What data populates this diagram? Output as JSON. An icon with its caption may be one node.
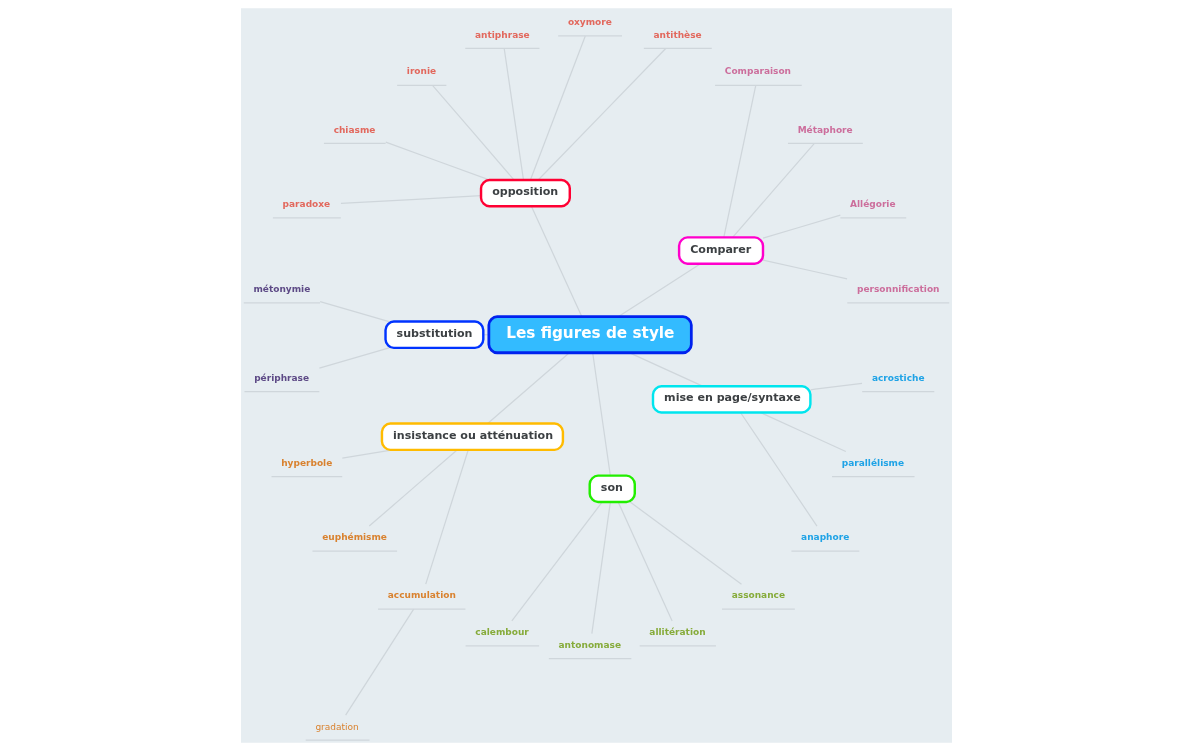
{
  "diagram": {
    "nodes": [
      {
        "text": [
          "Les figures de style"
        ]
      },
      {
        "text": [
          "opposition"
        ]
      },
      {
        "text": [
          "antithèse"
        ]
      },
      {
        "text": [
          "oxymore"
        ]
      },
      {
        "text": [
          "antiphrase"
        ]
      },
      {
        "text": [
          "ironie"
        ]
      },
      {
        "text": [
          "chiasme"
        ]
      },
      {
        "text": [
          "paradoxe"
        ]
      },
      {
        "text": [
          "substitution"
        ]
      },
      {
        "text": [
          "métonymie"
        ]
      },
      {
        "text": [
          "périphrase"
        ]
      },
      {
        "text": [
          "insistance ou atténuation"
        ]
      },
      {
        "text": [
          "hyperbole"
        ]
      },
      {
        "text": [
          "euphémisme"
        ]
      },
      {
        "text": [
          "accumulation"
        ]
      },
      {
        "text": [
          "gradation"
        ]
      },
      {
        "text": [
          "Comparer"
        ]
      },
      {
        "text": [
          "Comparaison"
        ]
      },
      {
        "text": [
          "Métaphore"
        ]
      },
      {
        "text": [
          "Allégorie"
        ]
      },
      {
        "text": [
          "personnification"
        ]
      },
      {
        "text": [
          "mise en page/syntaxe"
        ]
      },
      {
        "text": [
          "acrostiche"
        ]
      },
      {
        "text": [
          "parallélisme"
        ]
      },
      {
        "text": [
          "anaphore"
        ]
      },
      {
        "text": [
          "son"
        ]
      },
      {
        "text": [
          "assonance"
        ]
      },
      {
        "text": [
          "allitération"
        ]
      },
      {
        "text": [
          "antonomase"
        ]
      },
      {
        "text": [
          "calembour"
        ]
      }
    ],
    "edges": [
      {
        "from": 0,
        "to": 16,
        "arrow": "none"
      },
      {
        "from": 0,
        "to": 1,
        "arrow": "none"
      },
      {
        "from": 0,
        "to": 8,
        "arrow": "none"
      },
      {
        "from": 0,
        "to": 11,
        "arrow": "none"
      },
      {
        "from": 0,
        "to": 25,
        "arrow": "none"
      },
      {
        "from": 0,
        "to": 21,
        "arrow": "none"
      },
      {
        "from": 16,
        "to": 20,
        "arrow": "none"
      },
      {
        "from": 16,
        "to": 19,
        "arrow": "none"
      },
      {
        "from": 16,
        "to": 18,
        "arrow": "none"
      },
      {
        "from": 16,
        "to": 17,
        "arrow": "none"
      },
      {
        "from": 1,
        "to": 2,
        "arrow": "none"
      },
      {
        "from": 1,
        "to": 3,
        "arrow": "none"
      },
      {
        "from": 1,
        "to": 4,
        "arrow": "none"
      },
      {
        "from": 1,
        "to": 5,
        "arrow": "none"
      },
      {
        "from": 1,
        "to": 6,
        "arrow": "none"
      },
      {
        "from": 1,
        "to": 7,
        "arrow": "none"
      },
      {
        "from": 8,
        "to": 9,
        "arrow": "none"
      },
      {
        "from": 8,
        "to": 10,
        "arrow": "none"
      },
      {
        "from": 11,
        "to": 12,
        "arrow": "none"
      },
      {
        "from": 11,
        "to": 13,
        "arrow": "none"
      },
      {
        "from": 11,
        "to": 14,
        "arrow": "none"
      },
      {
        "from": 14,
        "to": 15,
        "arrow": "none"
      },
      {
        "from": 25,
        "to": 29,
        "arrow": "none"
      },
      {
        "from": 25,
        "to": 28,
        "arrow": "none"
      },
      {
        "from": 25,
        "to": 27,
        "arrow": "none"
      },
      {
        "from": 25,
        "to": 26,
        "arrow": "none"
      },
      {
        "from": 21,
        "to": 24,
        "arrow": "none"
      },
      {
        "from": 21,
        "to": 23,
        "arrow": "none"
      },
      {
        "from": 21,
        "to": 22,
        "arrow": "none"
      }
    ]
  }
}
